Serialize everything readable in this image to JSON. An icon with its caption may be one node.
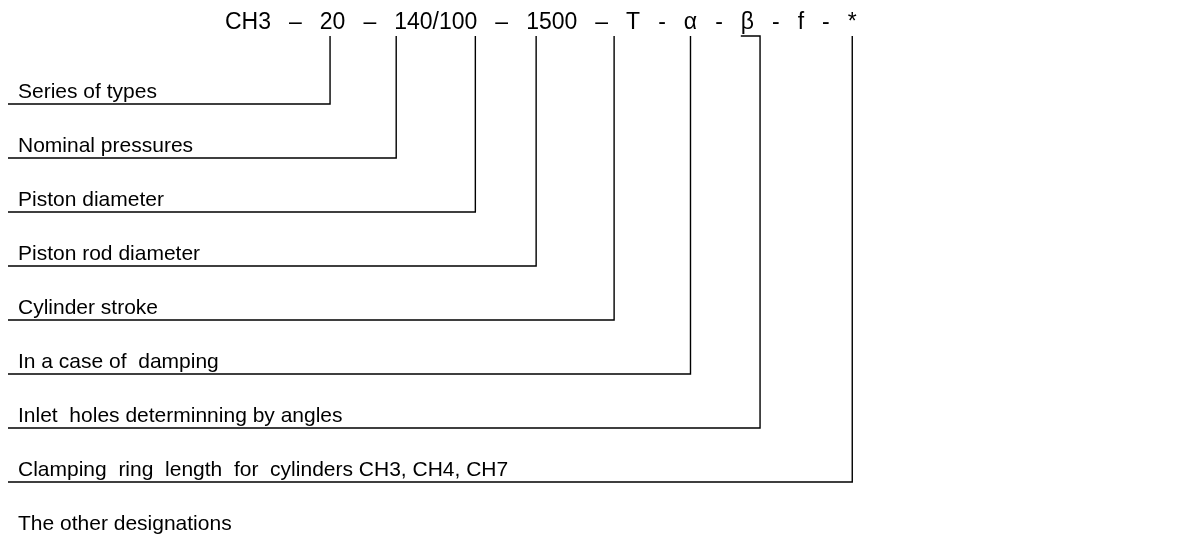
{
  "diagram": {
    "nodes": [
      {
        "text": [
          "20"
        ]
      },
      {
        "text": [
          "140/100"
        ]
      },
      {
        "text": [
          "1500"
        ]
      },
      {
        "text": [
          "T"
        ]
      },
      {
        "text": [
          "α"
        ]
      },
      {
        "text": [
          "β"
        ]
      },
      {
        "text": [
          "*"
        ]
      },
      {
        "text": [
          "Series of types"
        ]
      },
      {
        "text": [
          "Nominal pressures"
        ]
      },
      {
        "text": [
          "Piston diameter"
        ]
      },
      {
        "text": [
          "Piston rod diameter"
        ]
      },
      {
        "text": [
          "Cylinder stroke"
        ]
      },
      {
        "text": [
          "In a case of  damping"
        ]
      },
      {
        "text": [
          "Inlet  holes determinning by angles"
        ]
      },
      {
        "text": [
          "Clamping  ring  length  for  cylinders CH3, CH4, CH7"
        ]
      }
    ],
    "edges": [
      {
        "from": 0,
        "to": 7,
        "arrow": "none"
      },
      {
        "from": 1,
        "to": 8,
        "arrow": "none"
      },
      {
        "from": 1,
        "to": 9,
        "arrow": "none"
      },
      {
        "from": 2,
        "to": 10,
        "arrow": "none"
      },
      {
        "from": 3,
        "to": 11,
        "arrow": "none"
      },
      {
        "from": 4,
        "to": 12,
        "arrow": "none"
      },
      {
        "from": 5,
        "to": 13,
        "arrow": "none"
      },
      {
        "from": 6,
        "to": 14,
        "arrow": "none"
      }
    ],
    "labels": [
      "CH3",
      "–",
      "–",
      "–",
      "–",
      "-",
      "-",
      "-",
      "f",
      "-",
      "The other designations"
    ]
  }
}
